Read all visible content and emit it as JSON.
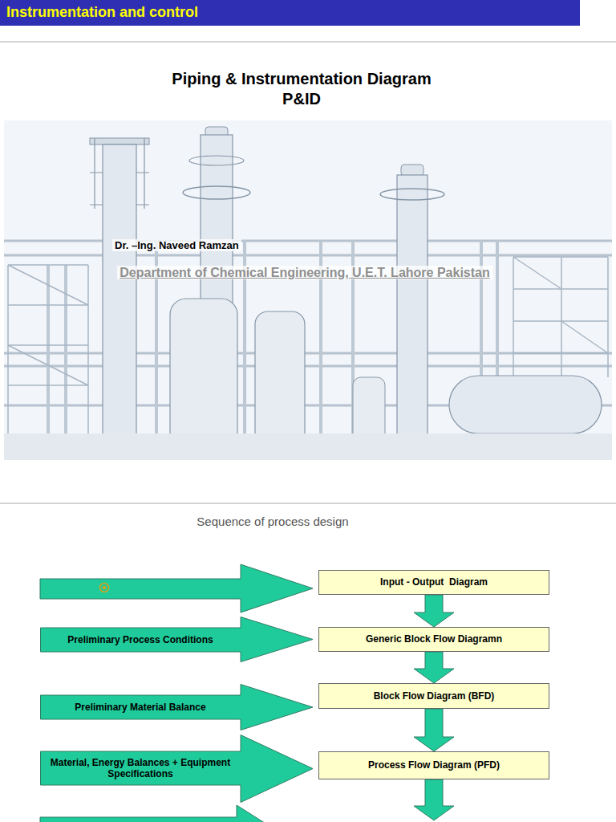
{
  "diagram": {
    "title": "Piping & Instrumentation Diagram P&ID",
    "nodes": [
      {
        "text": [
          "Instrumentation and control"
        ]
      },
      {
        "text": [
          "Input - Output  Diagram"
        ]
      },
      {
        "text": [
          "Preliminary Process Conditions"
        ]
      },
      {
        "text": [
          "Generic Block Flow Diagramn"
        ]
      },
      {
        "text": [
          "Preliminary Material Balance"
        ]
      },
      {
        "text": [
          "Block Flow Diagram (BFD)"
        ]
      },
      {
        "text": [
          "Material, Energy Balances + Equipment Specifications"
        ]
      },
      {
        "text": [
          "Process Flow Diagram (PFD)"
        ]
      }
    ],
    "edges": [
      {
        "from": 1,
        "to": 3,
        "arrow": "to"
      },
      {
        "from": 3,
        "to": 5,
        "arrow": "to"
      },
      {
        "from": 5,
        "to": 7,
        "arrow": "to"
      }
    ],
    "labels": [
      "Dr. –Ing. Naveed Ramzan",
      "Department of Chemical Engineering, U.E.T. Lahore Pakistan",
      "Sequence of process design"
    ]
  }
}
